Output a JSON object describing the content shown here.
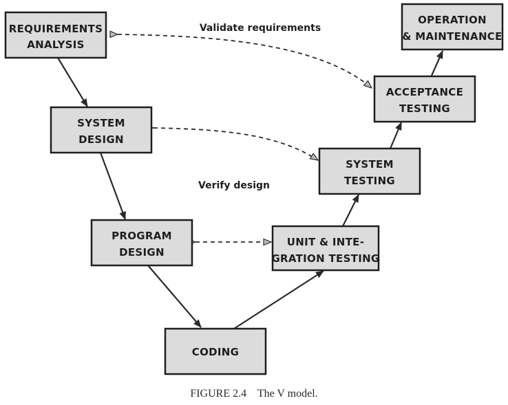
{
  "boxes": {
    "requirements_analysis": {
      "line1": "REQUIREMENTS",
      "line2": "ANALYSIS"
    },
    "system_design": {
      "line1": "SYSTEM",
      "line2": "DESIGN"
    },
    "program_design": {
      "line1": "PROGRAM",
      "line2": "DESIGN"
    },
    "coding": {
      "line1": "CODING"
    },
    "unit_integration_testing": {
      "line1": "UNIT & INTE-",
      "line2": "GRATION TESTING"
    },
    "system_testing": {
      "line1": "SYSTEM",
      "line2": "TESTING"
    },
    "acceptance_testing": {
      "line1": "ACCEPTANCE",
      "line2": "TESTING"
    },
    "operation_maintenance": {
      "line1": "OPERATION",
      "line2": "& MAINTENANCE"
    }
  },
  "labels": {
    "validate_requirements": "Validate requirements",
    "verify_design": "Verify design"
  },
  "caption": "FIGURE 2.4    The V model."
}
